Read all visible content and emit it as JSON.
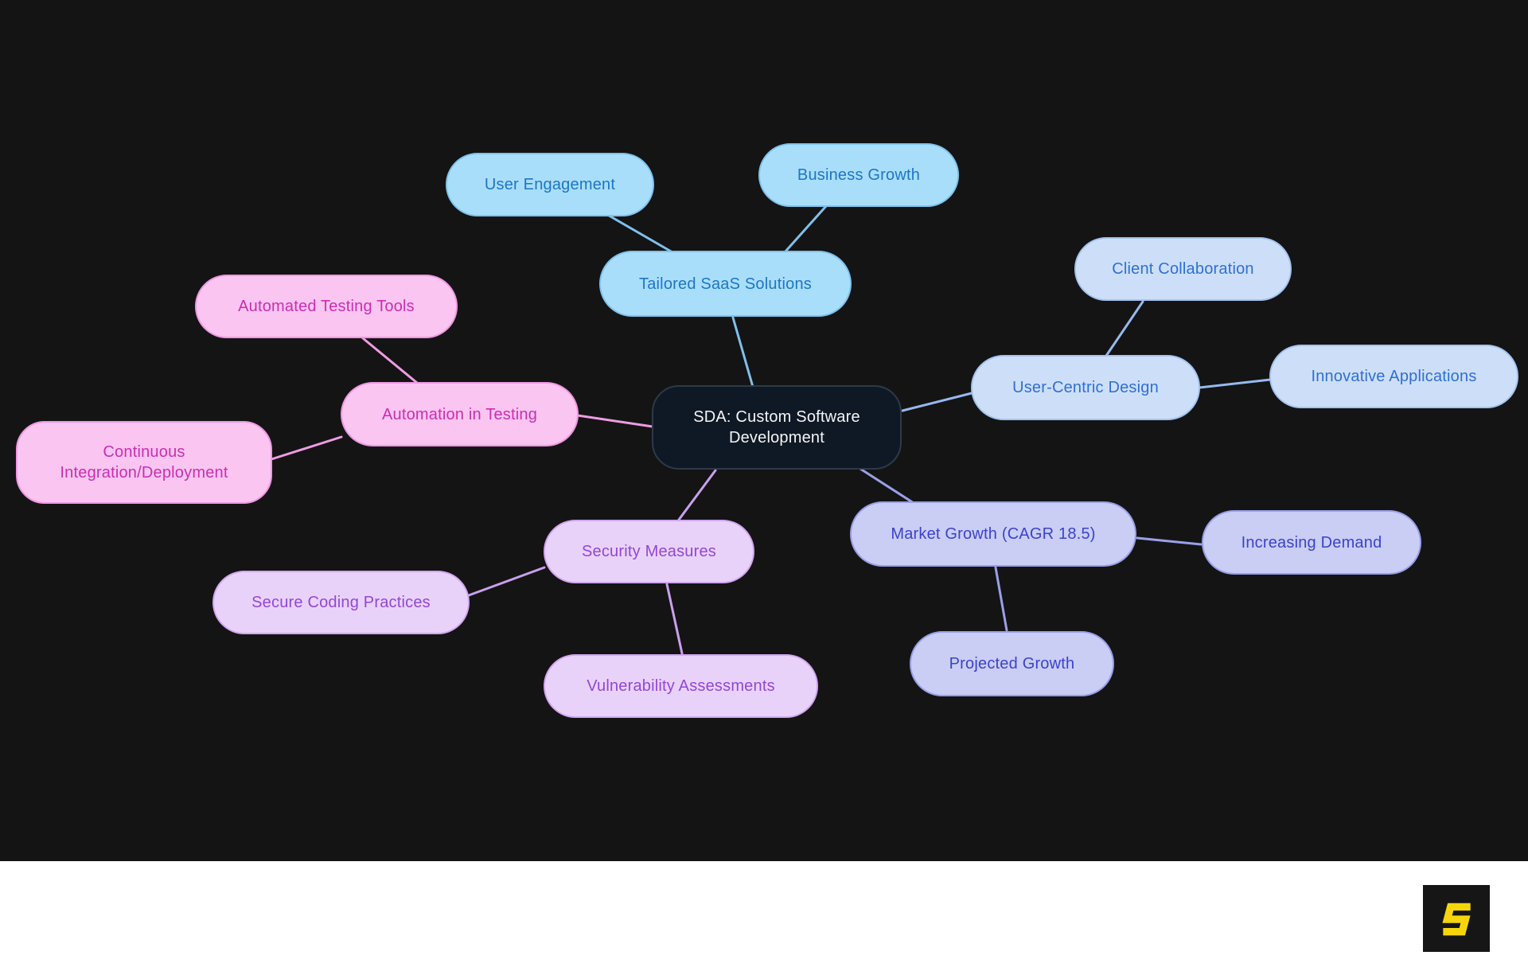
{
  "diagram": {
    "background_color": "#141414",
    "root": {
      "label": "SDA: Custom Software Development",
      "fill": "#0f1925",
      "border_color": "#2d3a4a",
      "text_color": "#f4f5f6"
    },
    "branches": [
      {
        "name": "tailored-saas-solutions",
        "fill": "#a9defb",
        "border_color": "#7fc2ee",
        "text_color": "#1d76c6",
        "line_color": "#7fc0ee",
        "node": {
          "label": "Tailored SaaS Solutions"
        },
        "children": [
          {
            "label": "User Engagement"
          },
          {
            "label": "Business Growth"
          }
        ]
      },
      {
        "name": "user-centric-design",
        "fill": "#cddff8",
        "border_color": "#a3c3f0",
        "text_color": "#2e70d5",
        "line_color": "#96b9ee",
        "node": {
          "label": "User-Centric Design"
        },
        "children": [
          {
            "label": "Client Collaboration"
          },
          {
            "label": "Innovative Applications"
          }
        ]
      },
      {
        "name": "automation-in-testing",
        "fill": "#fac5f0",
        "border_color": "#ef97e2",
        "text_color": "#ca2fb3",
        "line_color": "#ee9ce2",
        "node": {
          "label": "Automation in Testing"
        },
        "children": [
          {
            "label": "Automated Testing Tools"
          },
          {
            "label": "Continuous Integration/Deployment"
          }
        ]
      },
      {
        "name": "security-measures",
        "fill": "#e9d2f9",
        "border_color": "#d0a6f0",
        "text_color": "#9147d9",
        "line_color": "#c9a0ed",
        "node": {
          "label": "Security Measures"
        },
        "children": [
          {
            "label": "Secure Coding Practices"
          },
          {
            "label": "Vulnerability Assessments"
          }
        ]
      },
      {
        "name": "market-growth",
        "fill": "#cacdf4",
        "border_color": "#989ee8",
        "text_color": "#3b43cd",
        "line_color": "#9aa0e8",
        "node": {
          "label": "Market Growth (CAGR 18.5)"
        },
        "children": [
          {
            "label": "Increasing Demand"
          },
          {
            "label": "Projected Growth"
          }
        ]
      }
    ]
  },
  "footer": {
    "background": "#ffffff",
    "logo": {
      "name": "angular-s-logo",
      "glyph_color": "#f6d60b",
      "background": "#161616"
    }
  }
}
